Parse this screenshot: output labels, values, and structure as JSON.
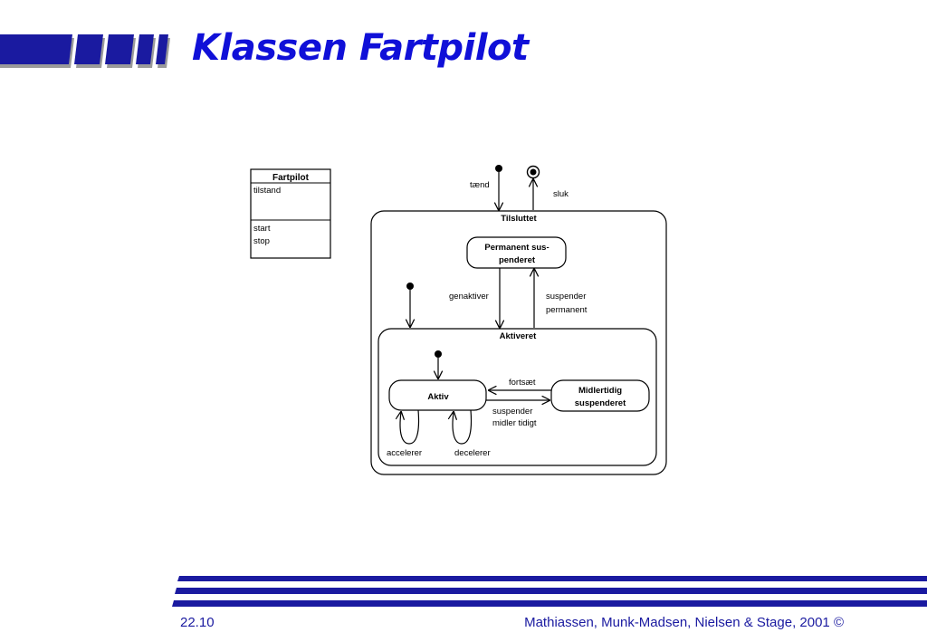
{
  "slide": {
    "title": "Klassen Fartpilot",
    "page_number": "22.10",
    "credit": "Mathiassen, Munk-Madsen, Nielsen & Stage, 2001 ©"
  },
  "class_box": {
    "name": "Fartpilot",
    "attributes": [
      "tilstand"
    ],
    "operations": [
      "start",
      "stop"
    ]
  },
  "diagram": {
    "outer_state": "Tilsluttet",
    "inner_state": "Aktiveret",
    "permanent_state_line1": "Permanent sus-",
    "permanent_state_line2": "penderet",
    "active_state": "Aktiv",
    "temp_state_line1": "Midlertidig",
    "temp_state_line2": "suspenderet",
    "events": {
      "taend": "tænd",
      "sluk": "sluk",
      "genaktiver": "genaktiver",
      "suspender_permanent_line1": "suspender",
      "suspender_permanent_line2": "permanent",
      "fortsaet": "fortsæt",
      "suspender_midlertidigt_line1": "suspender",
      "suspender_midlertidigt_line2": "midler tidigt",
      "accelerer": "accelerer",
      "decelerer": "decelerer"
    }
  },
  "colors": {
    "title": "#1010d8",
    "bars": "#1a1aa0",
    "bar_shadow": "#9a9a9a",
    "footer": "#1a1aa0"
  }
}
